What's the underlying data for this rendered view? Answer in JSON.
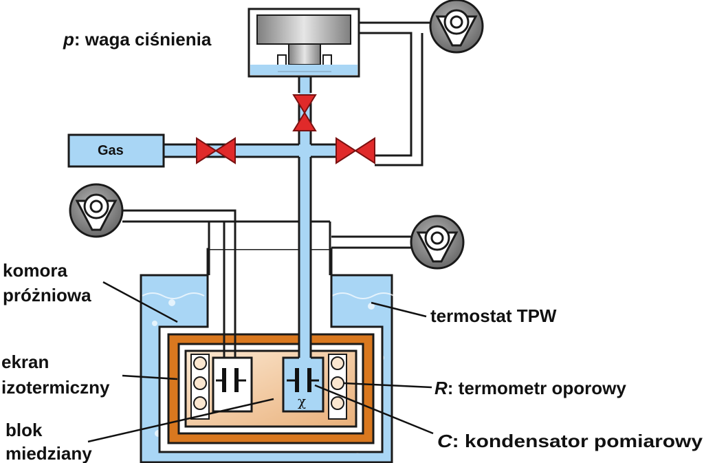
{
  "labels": {
    "pressure_balance": {
      "symbol": "p",
      "text": ": waga ciśnienia"
    },
    "gas": "Gas",
    "vacuum_chamber": {
      "line1": "komora",
      "line2": "próżniowa"
    },
    "thermostat": "termostat TPW",
    "isothermal_screen": {
      "line1": "ekran",
      "line2": "izotermiczny"
    },
    "resistance_thermometer": {
      "symbol": "R",
      "text": ": termometr oporowy"
    },
    "copper_block": {
      "line1": "blok",
      "line2": "miedziany"
    },
    "capacitor": {
      "symbol": "C",
      "text": ": kondensator pomiarowy"
    },
    "chi_symbol": "χ"
  },
  "colors": {
    "gas_blue": "#a9d6f5",
    "outline": "#1a1a1a",
    "valve_red": "#e02a2a",
    "copper": "#d9781f",
    "block_fill": "#f4d3ae",
    "pump_gray": "#8a8a8a"
  },
  "icons": [
    "pump-icon",
    "valve-icon",
    "capacitor-icon",
    "thermometer-icon"
  ]
}
